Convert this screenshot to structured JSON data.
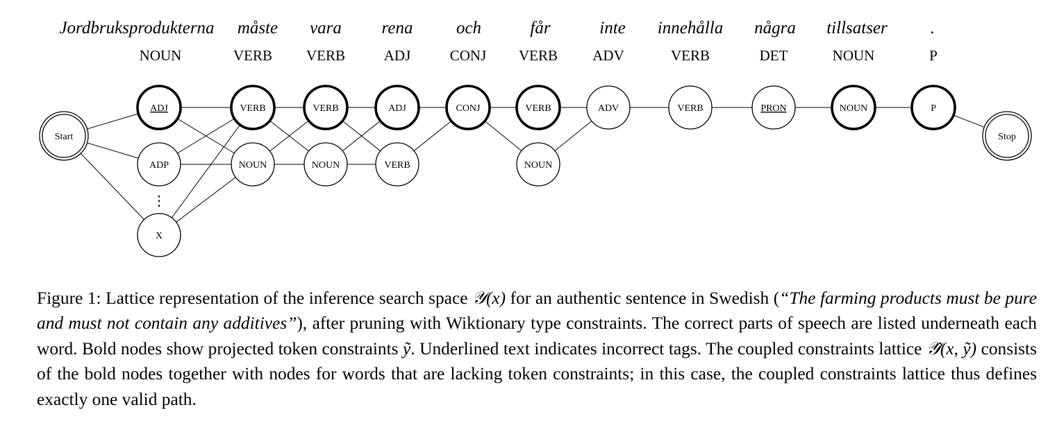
{
  "sentence": {
    "words": [
      "Jordbruksprodukterna",
      "måste",
      "vara",
      "rena",
      "och",
      "får",
      "inte",
      "innehålla",
      "några",
      "tillsatser",
      "."
    ],
    "gold_tags": [
      "NOUN",
      "VERB",
      "VERB",
      "ADJ",
      "CONJ",
      "VERB",
      "ADV",
      "VERB",
      "DET",
      "NOUN",
      "P"
    ]
  },
  "lattice": {
    "start_label": "Start",
    "stop_label": "Stop",
    "ellipsis": "⋮",
    "columns": [
      {
        "nodes": [
          {
            "label": "ADJ",
            "bold": true,
            "underline": true
          },
          {
            "label": "ADP",
            "bold": false,
            "underline": false
          },
          {
            "label": "X",
            "bold": false,
            "underline": false
          }
        ]
      },
      {
        "nodes": [
          {
            "label": "VERB",
            "bold": true,
            "underline": false
          },
          {
            "label": "NOUN",
            "bold": false,
            "underline": false
          }
        ]
      },
      {
        "nodes": [
          {
            "label": "VERB",
            "bold": true,
            "underline": false
          },
          {
            "label": "NOUN",
            "bold": false,
            "underline": false
          }
        ]
      },
      {
        "nodes": [
          {
            "label": "ADJ",
            "bold": true,
            "underline": false
          },
          {
            "label": "VERB",
            "bold": false,
            "underline": false
          }
        ]
      },
      {
        "nodes": [
          {
            "label": "CONJ",
            "bold": true,
            "underline": false
          }
        ]
      },
      {
        "nodes": [
          {
            "label": "VERB",
            "bold": true,
            "underline": false
          },
          {
            "label": "NOUN",
            "bold": false,
            "underline": false
          }
        ]
      },
      {
        "nodes": [
          {
            "label": "ADV",
            "bold": false,
            "underline": false
          }
        ]
      },
      {
        "nodes": [
          {
            "label": "VERB",
            "bold": false,
            "underline": false
          }
        ]
      },
      {
        "nodes": [
          {
            "label": "PRON",
            "bold": false,
            "underline": true
          }
        ]
      },
      {
        "nodes": [
          {
            "label": "NOUN",
            "bold": true,
            "underline": false
          }
        ]
      },
      {
        "nodes": [
          {
            "label": "P",
            "bold": true,
            "underline": false
          }
        ]
      }
    ]
  },
  "caption": {
    "p1": "Figure 1: Lattice representation of the inference search space ",
    "m1": "𝒴(x)",
    "p2": " for an authentic sentence in Swedish (",
    "quote": "“The farming products must be pure and must not contain any additives”",
    "p3": "), after pruning with Wiktionary type constraints. The correct parts of speech are listed underneath each word. Bold nodes show projected token constraints ",
    "m2": "ỹ",
    "p4": ". Underlined text indicates incorrect tags. The coupled constraints lattice ",
    "m3": "𝒴̂(x, ỹ)",
    "p5": " consists of the bold nodes together with nodes for words that are lacking token constraints; in this case, the coupled constraints lattice thus defines exactly one valid path."
  }
}
